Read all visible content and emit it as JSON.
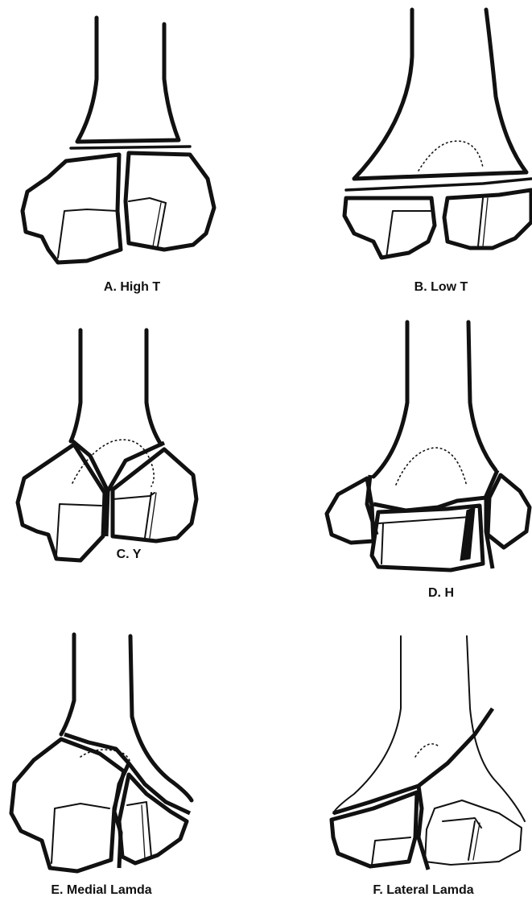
{
  "panels": [
    {
      "id": "A",
      "label": "A. High T"
    },
    {
      "id": "B",
      "label": "B. Low T"
    },
    {
      "id": "C",
      "label": "C. Y"
    },
    {
      "id": "D",
      "label": "D. H"
    },
    {
      "id": "E",
      "label": "E. Medial Lamda"
    },
    {
      "id": "F",
      "label": "F. Lateral Lamda"
    }
  ]
}
